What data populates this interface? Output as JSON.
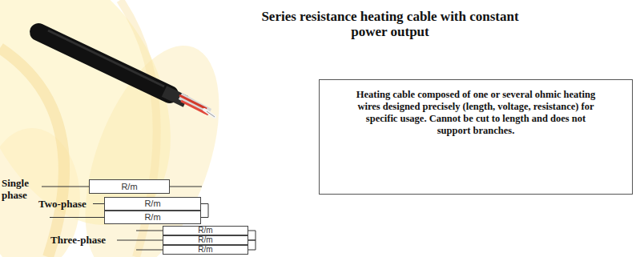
{
  "diagram": {
    "title": "Series resistance heating cable with constant power output",
    "nodes": [
      {
        "text": [
          "Heating cable composed of one or several ohmic heating wires designed precisely (length, voltage, resistance) for specific usage. Cannot be cut to length and does not support branches."
        ]
      },
      {
        "text": [
          "R/m"
        ]
      },
      {
        "text": [
          "R/m"
        ]
      },
      {
        "text": [
          "R/m"
        ]
      },
      {
        "text": [
          "R/m"
        ]
      },
      {
        "text": [
          "R/m"
        ]
      },
      {
        "text": [
          "R/m"
        ]
      }
    ],
    "edges": [
      {
        "from": 2,
        "to": 3,
        "arrow": "none"
      },
      {
        "from": 4,
        "to": 5,
        "arrow": "none"
      },
      {
        "from": 5,
        "to": 6,
        "arrow": "none"
      }
    ],
    "labels": [
      "Single phase",
      "Two-phase",
      "Three-phase"
    ]
  }
}
